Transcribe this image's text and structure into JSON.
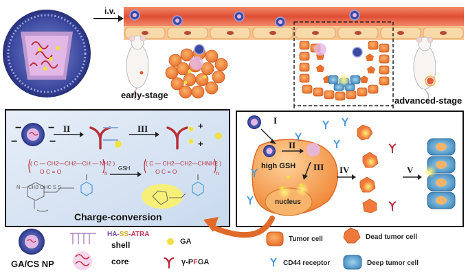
{
  "top": {
    "route_label": "i.v.",
    "early_label": "early-stage",
    "advanced_label": "advanced-stage"
  },
  "left_panel": {
    "step2": "II",
    "step3": "III",
    "gsh": "GSH",
    "polymer_left_main": "( C — CH2—CH2—CH — NH2 )",
    "polymer_left_sub": "O        C = O",
    "polymer_right_main": "( C — CH2—CH2—CHNH2 )",
    "polymer_right_sub": "O        C = O",
    "subscript_n": "n",
    "left_chem": "N — CH3  OHC  S  S",
    "charge_conversion": "Charge-conversion",
    "plus": "+",
    "minus": "−"
  },
  "right_panel": {
    "step1": "I",
    "step2": "II",
    "step3": "III",
    "step4": "IV",
    "step5": "V",
    "high_gsh": "high GSH",
    "nucleus": "nucleus"
  },
  "legend": {
    "np_label": "GA/CS NP",
    "shell_formula_part1": "HA-",
    "shell_formula_part2": "SS",
    "shell_formula_part3": "-ATRA",
    "shell_label": "shell",
    "core_label": "core",
    "ga_label": "GA",
    "pfga_prefix": "γ-P",
    "pfga_mid": "F",
    "pfga_suffix": "GA",
    "tumor_cell": "Tumor cell",
    "dead_tumor_cell": "Dead tumor cell",
    "cd44_receptor": "CD44 receptor",
    "deep_tumor_cell": "Deep tumor cell"
  },
  "colors": {
    "vessel": "#e0553a",
    "tumor": "#f07a3c",
    "panel_bg": "#dde8f4",
    "cell_bg": "#f59a55",
    "ga": "#e8d83a",
    "deep_cell": "#4a8fc0"
  }
}
